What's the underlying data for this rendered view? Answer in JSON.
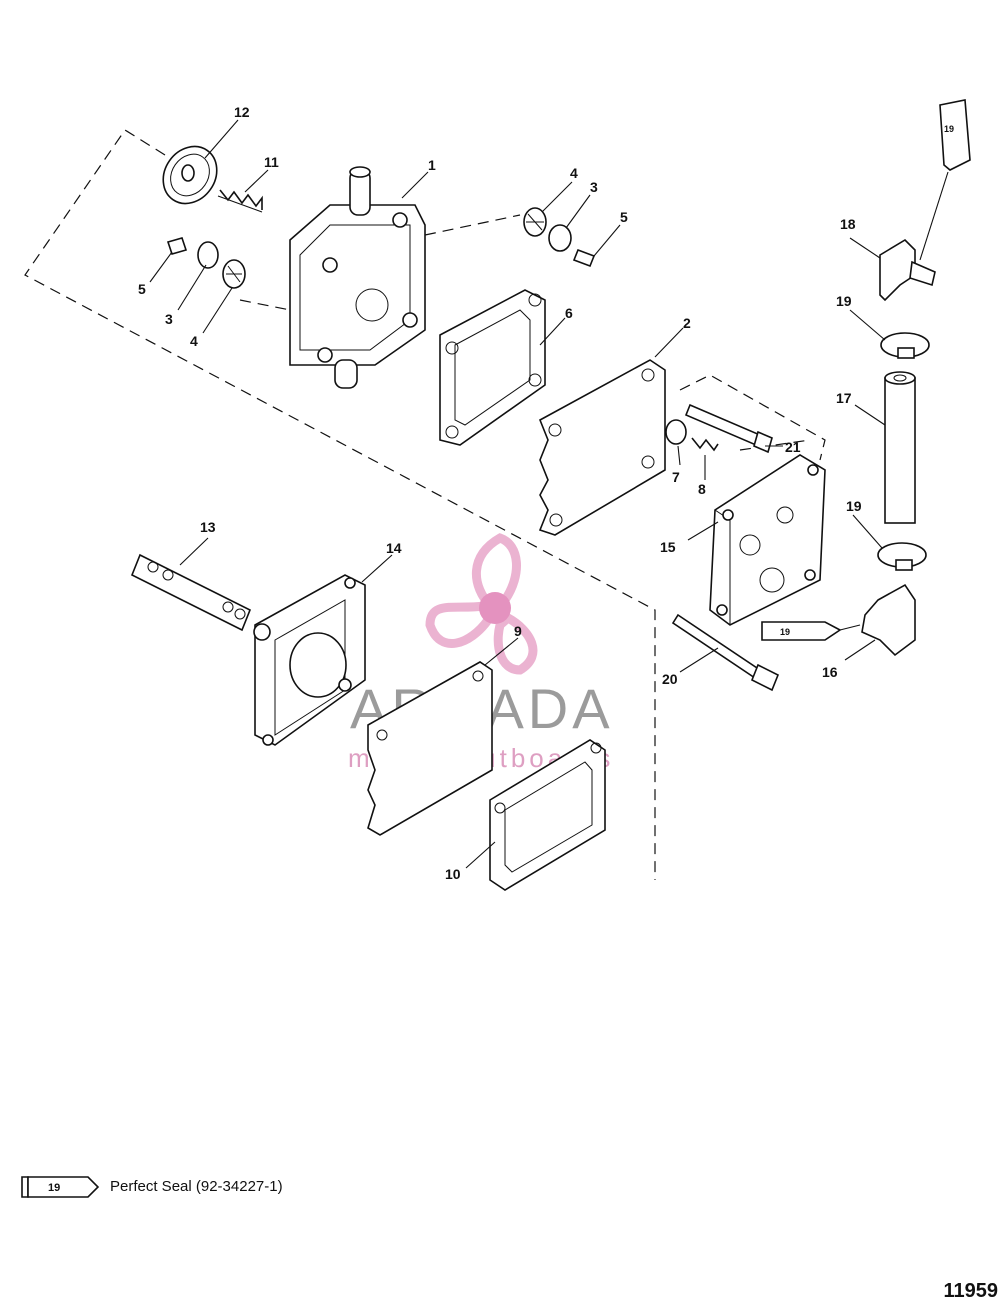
{
  "callouts": {
    "c1": "1",
    "c2": "2",
    "c3a": "3",
    "c3b": "3",
    "c4a": "4",
    "c4b": "4",
    "c5a": "5",
    "c5b": "5",
    "c6": "6",
    "c7": "7",
    "c8": "8",
    "c9": "9",
    "c10": "10",
    "c11": "11",
    "c12": "12",
    "c13": "13",
    "c14": "14",
    "c15": "15",
    "c16": "16",
    "c17": "17",
    "c18": "18",
    "c19a": "19",
    "c19b": "19",
    "c20": "20",
    "c21": "21"
  },
  "tube_labels": {
    "top": "19",
    "lower": "19",
    "legend": "19"
  },
  "legend": {
    "text": "Perfect Seal (92-34227-1)"
  },
  "watermark": {
    "title": "ARMADA",
    "subtitle": "marine outboards",
    "accent_color": "#e8a6c9",
    "hub_color": "#e07fb4"
  },
  "figure_number": "11959"
}
